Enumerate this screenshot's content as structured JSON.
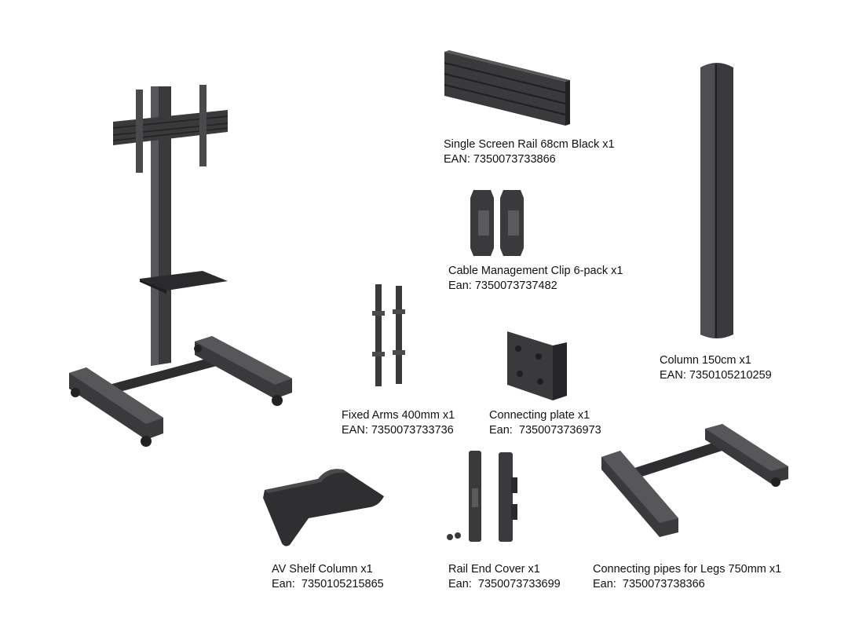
{
  "parts": [
    {
      "id": "single-screen-rail",
      "name": "Single Screen Rail 68cm Black x1",
      "code": "EAN: 7350073733866"
    },
    {
      "id": "cable-management-clip",
      "name": "Cable Management Clip 6-pack x1",
      "code": "Ean: 7350073737482"
    },
    {
      "id": "column",
      "name": "Column 150cm x1",
      "code": "EAN: 7350105210259"
    },
    {
      "id": "fixed-arms",
      "name": "Fixed Arms 400mm x1",
      "code": "EAN: 7350073733736"
    },
    {
      "id": "connecting-plate",
      "name": "Connecting plate x1",
      "code": "Ean:  7350073736973"
    },
    {
      "id": "av-shelf-column",
      "name": "AV Shelf Column x1",
      "code": "Ean:  7350105215865"
    },
    {
      "id": "rail-end-cover",
      "name": "Rail End Cover x1",
      "code": "Ean:  7350073733699"
    },
    {
      "id": "connecting-pipes-legs",
      "name": "Connecting pipes for Legs 750mm x1",
      "code": "Ean:  7350073738366"
    }
  ],
  "colors": {
    "metal": "#3a3a3c",
    "metal_dark": "#232325",
    "metal_light": "#57575a",
    "background": "#ffffff"
  }
}
